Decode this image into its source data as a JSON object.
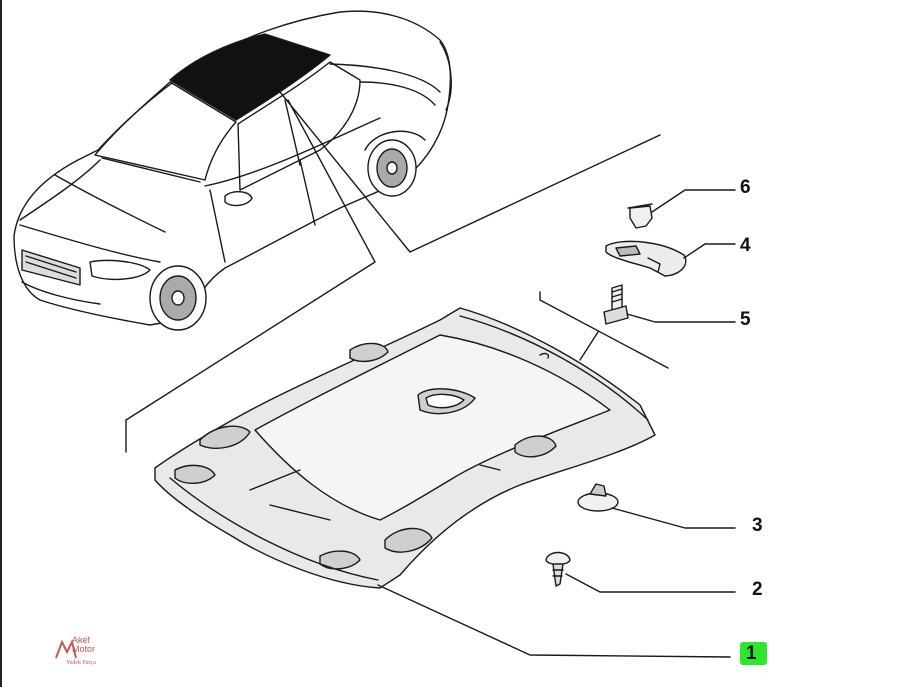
{
  "callouts": [
    {
      "id": "c1",
      "label": "1",
      "highlight": true
    },
    {
      "id": "c2",
      "label": "2",
      "highlight": false
    },
    {
      "id": "c3",
      "label": "3",
      "highlight": false
    },
    {
      "id": "c4",
      "label": "4",
      "highlight": false
    },
    {
      "id": "c5",
      "label": "5",
      "highlight": false
    },
    {
      "id": "c6",
      "label": "6",
      "highlight": false
    }
  ],
  "watermark": {
    "line1": "Akef",
    "line2": "Motor",
    "line3": "Yedek Parça",
    "color": "#c25a5a"
  },
  "colors": {
    "line": "#1a1a1a",
    "headliner_fill": "#e9e9e9",
    "headliner_shade": "#cfcfcf",
    "roof_panel": "#111111",
    "highlight": "#2ee62e"
  },
  "icons": {
    "car": "sedan-car-illustration",
    "headliner": "roof-headliner-panel",
    "parts": [
      "push-clip",
      "screw-pin",
      "mount-bracket",
      "bolt",
      "retainer-clip"
    ]
  }
}
